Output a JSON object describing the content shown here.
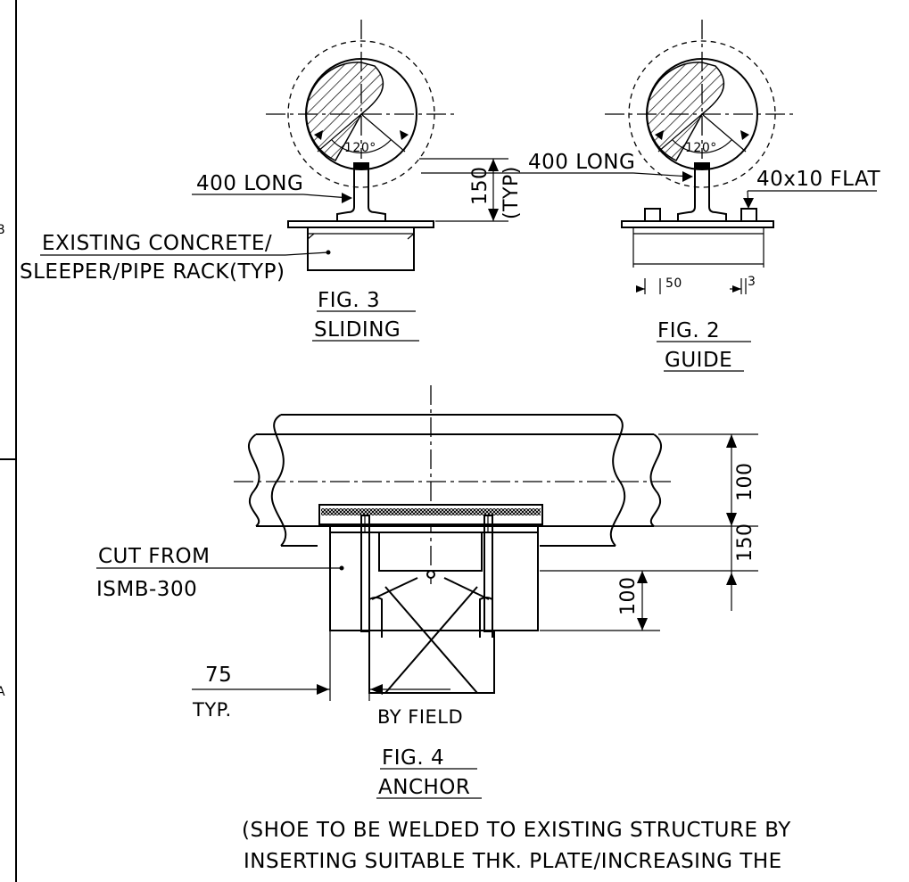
{
  "side_labels": {
    "b": "B",
    "a": "A"
  },
  "fig3": {
    "angle": "120°",
    "length_label": "400 LONG",
    "height_dim": "150",
    "height_note": "(TYP)",
    "base_note_1": "EXISTING CONCRETE/",
    "base_note_2": "SLEEPER/PIPE RACK(TYP)",
    "fig_no": "FIG. 3",
    "fig_title": "SLIDING"
  },
  "fig2": {
    "angle": "120°",
    "length_label": "400 LONG",
    "flat_label": "40x10 FLAT",
    "dim_50": "50",
    "dim_3": "3",
    "fig_no": "FIG. 2",
    "fig_title": "GUIDE"
  },
  "fig4": {
    "dim_100_top": "100",
    "dim_150": "150",
    "dim_100_low": "100",
    "cut_label_1": "CUT FROM",
    "cut_label_2": "ISMB-300",
    "dim_75": "75",
    "typ": "TYP.",
    "by_field": "BY FIELD",
    "fig_no": "FIG. 4",
    "fig_title": "ANCHOR"
  },
  "note": {
    "line1": "(SHOE TO BE WELDED TO EXISTING STRUCTURE BY",
    "line2": "INSERTING SUITABLE THK. PLATE/INCREASING THE"
  }
}
